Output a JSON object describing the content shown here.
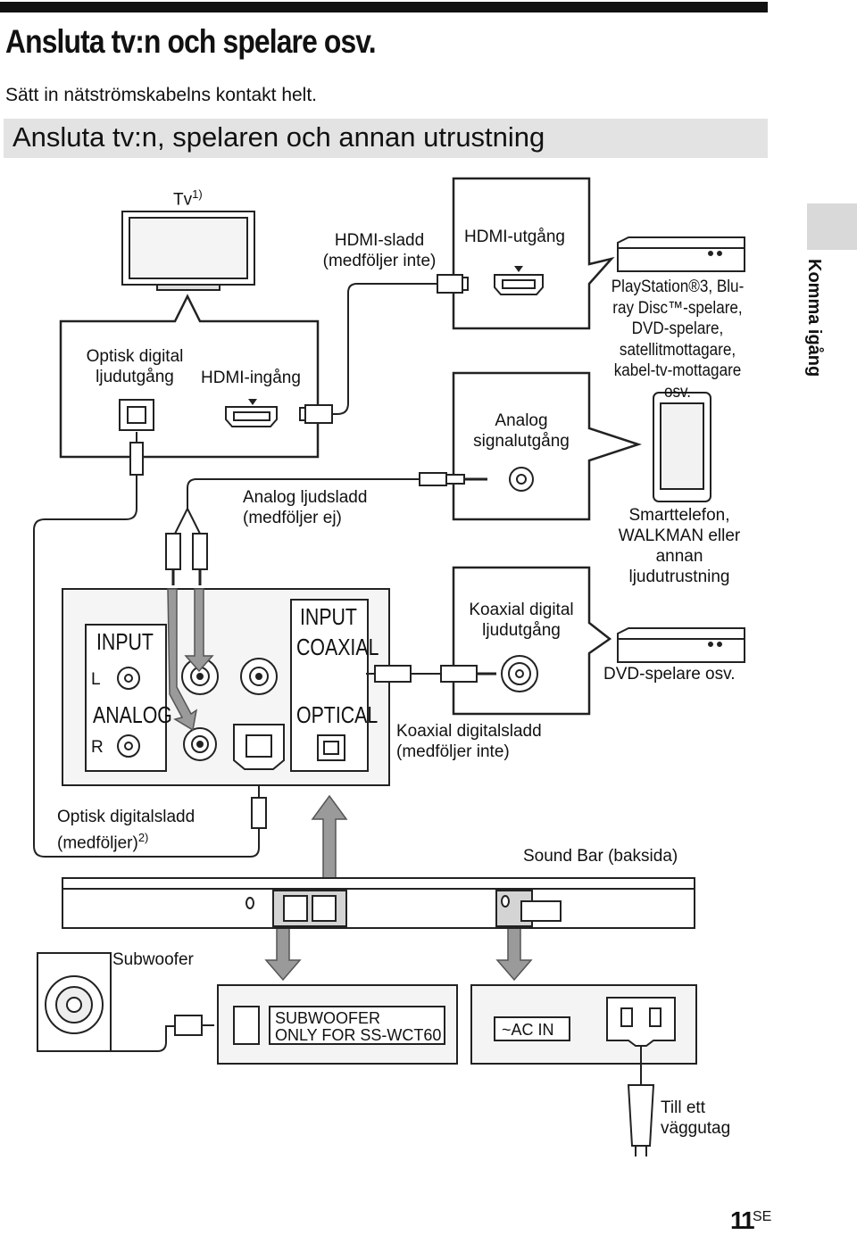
{
  "header": {
    "title": "Ansluta tv:n och spelare osv.",
    "intro": "Sätt in nätströmskabelns kontakt helt.",
    "section": "Ansluta tv:n, spelaren och annan utrustning"
  },
  "side_tab": {
    "label": "Komma igång"
  },
  "tv": {
    "label": "Tv",
    "footnote": "1)",
    "optical_out": "Optisk digital ljudutgång",
    "hdmi_in": "HDMI-ingång"
  },
  "hdmi_cable": {
    "label": "HDMI-sladd (medföljer inte)"
  },
  "player": {
    "hdmi_out": "HDMI-utgång",
    "devices": "PlayStation®3, Blu-ray Disc™-spelare, DVD-spelare, satellitmottagare, kabel-tv-mottagare osv."
  },
  "phone": {
    "analog_out": "Analog signalutgång",
    "devices": "Smarttelefon, WALKMAN eller annan ljudutrustning"
  },
  "analog_cable": {
    "label": "Analog ljudsladd (medföljer ej)"
  },
  "panel": {
    "input_left": "INPUT",
    "analog": "ANALOG",
    "l": "L",
    "r": "R",
    "input_right": "INPUT",
    "coaxial": "COAXIAL",
    "optical": "OPTICAL"
  },
  "dvd": {
    "coax_out": "Koaxial digital ljudutgång",
    "devices": "DVD-spelare osv."
  },
  "coax_cable": {
    "label": "Koaxial digitalsladd (medföljer inte)"
  },
  "optical_cable": {
    "label": "Optisk digitalsladd (medföljer)",
    "footnote": "2)"
  },
  "soundbar": {
    "label": "Sound Bar (baksida)"
  },
  "subwoofer": {
    "label": "Subwoofer",
    "port_label_1": "SUBWOOFER",
    "port_label_2": "ONLY FOR SS-WCT60"
  },
  "power": {
    "ac_in": "~AC IN",
    "wall": "Till ett väggutag"
  },
  "footer": {
    "page": "11",
    "suffix": "SE"
  }
}
